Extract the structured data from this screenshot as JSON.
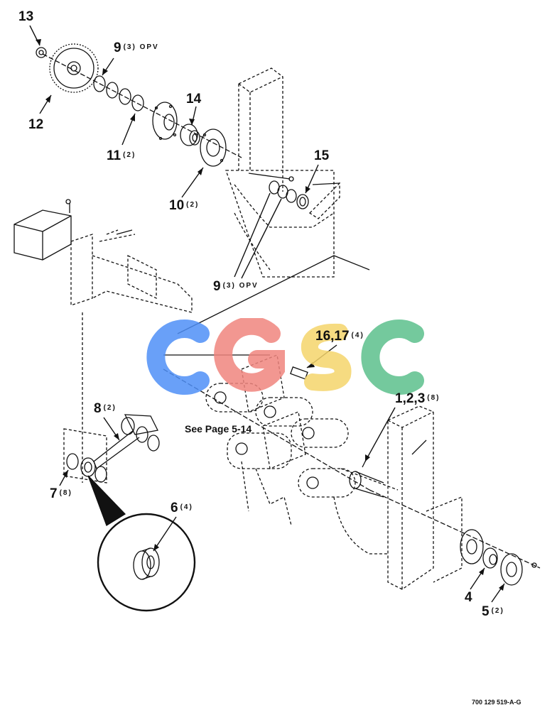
{
  "callouts": [
    {
      "id": "c13",
      "number": "13",
      "qty": ""
    },
    {
      "id": "c9a",
      "number": "9",
      "qty": "(3) OPV"
    },
    {
      "id": "c12",
      "number": "12",
      "qty": ""
    },
    {
      "id": "c14",
      "number": "14",
      "qty": ""
    },
    {
      "id": "c11",
      "number": "11",
      "qty": "(2)"
    },
    {
      "id": "c15",
      "number": "15",
      "qty": ""
    },
    {
      "id": "c10",
      "number": "10",
      "qty": "(2)"
    },
    {
      "id": "c9b",
      "number": "9",
      "qty": "(3) OPV"
    },
    {
      "id": "c1617",
      "number": "16,17",
      "qty": "(4)"
    },
    {
      "id": "c123",
      "number": "1,2,3",
      "qty": "(8)"
    },
    {
      "id": "c8",
      "number": "8",
      "qty": "(2)"
    },
    {
      "id": "c7",
      "number": "7",
      "qty": "(8)"
    },
    {
      "id": "c6",
      "number": "6",
      "qty": "(4)"
    },
    {
      "id": "c4",
      "number": "4",
      "qty": ""
    },
    {
      "id": "c5",
      "number": "5",
      "qty": "(2)"
    }
  ],
  "note": "See Page 5-14",
  "doc_id": "700 129 519-A-G",
  "watermark": {
    "text": "CGSC",
    "colors": [
      "#4f8ff7",
      "#f0857e",
      "#f5d56b",
      "#5cbf8c"
    ]
  }
}
